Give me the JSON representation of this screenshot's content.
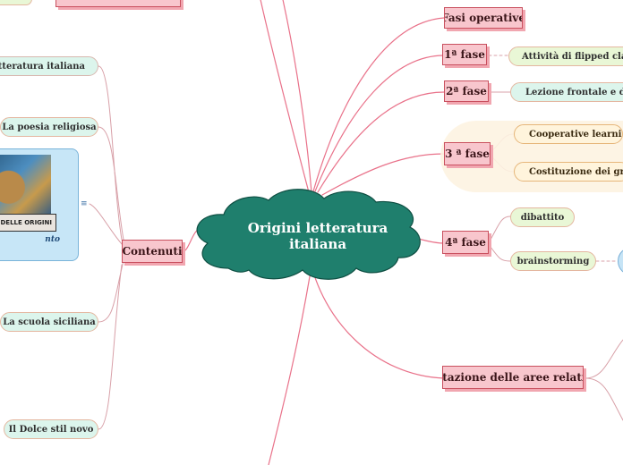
{
  "center": {
    "label_line1": "Origini letteratura",
    "label_line2": "italiana"
  },
  "colors": {
    "cloud": "#1f7f6d",
    "branch_link": "#e9728a",
    "leaf_link": "#d8a0a8"
  },
  "left": {
    "contenuti": "Contenuti",
    "items": [
      "della letteratura italiana",
      "La poesia religiosa",
      "La scuola siciliana",
      "Il Dolce stil novo"
    ],
    "image": {
      "band_text": "DELLE ORIGINI",
      "caption": "nto",
      "note_icon": "≡"
    }
  },
  "right": {
    "fasi_operative": "Fasi operative",
    "fase1": {
      "label": "1ª fase",
      "child": "Attività di flipped classroom"
    },
    "fase2": {
      "label": "2ª fase",
      "child": "Lezione frontale e dialogata"
    },
    "fase3": {
      "label": "3 ª fase",
      "children": [
        "Cooperative learning",
        "Costituzione dei gruppi di"
      ]
    },
    "fase4": {
      "label": "4ª fase",
      "children": [
        "dibattito",
        "brainstorming"
      ]
    },
    "valutazione": "Valutazione delle aree relative a"
  }
}
